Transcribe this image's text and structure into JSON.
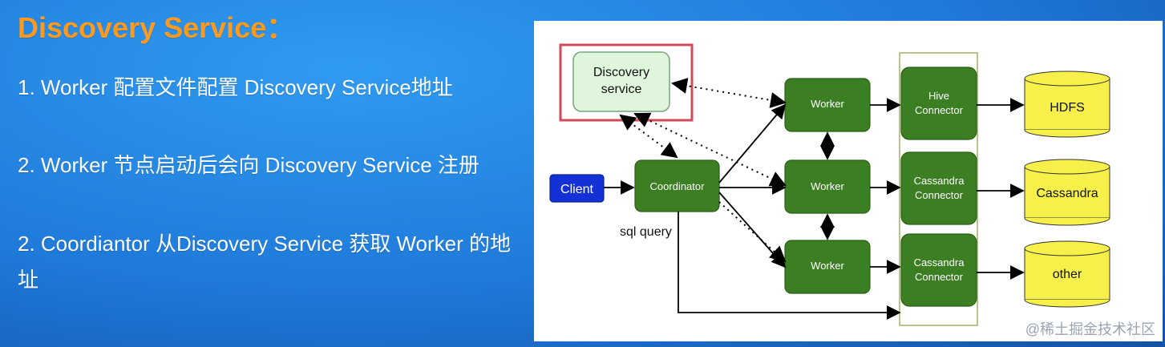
{
  "slide": {
    "title": "Discovery Service：",
    "bullets": [
      "1. Worker 配置文件配置 Discovery Service地址",
      "2. Worker 节点启动后会向 Discovery Service 注册",
      "2. Coordiantor 从Discovery Service 获取 Worker 的地址"
    ],
    "credit": "@稀土掘金技术社区"
  },
  "diagram": {
    "discovery": {
      "line1": "Discovery",
      "line2": "service"
    },
    "client": "Client",
    "coordinator": "Coordinator",
    "sql_label": "sql query",
    "workers": [
      "Worker",
      "Worker",
      "Worker"
    ],
    "connectors": [
      {
        "line1": "Hive",
        "line2": "Connector"
      },
      {
        "line1": "Cassandra",
        "line2": "Connector"
      },
      {
        "line1": "Cassandra",
        "line2": "Connector"
      }
    ],
    "stores": [
      "HDFS",
      "Cassandra",
      "other"
    ],
    "colors": {
      "title": "#ff9a1f",
      "worker_green": "#3c7e22",
      "client_blue": "#1431d8",
      "store_yellow": "#f7f04a",
      "discovery_fill": "#dff6dd",
      "highlight_red": "#d14a5a"
    }
  }
}
